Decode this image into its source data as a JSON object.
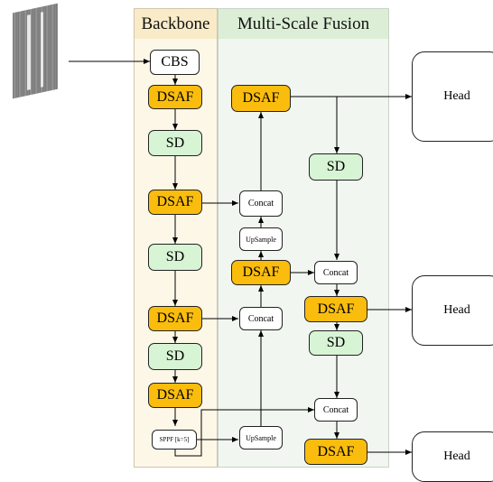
{
  "panels": {
    "backbone": "Backbone",
    "fusion": "Multi-Scale Fusion"
  },
  "nodes": {
    "cbs": "CBS",
    "dsaf": "DSAF",
    "sd": "SD",
    "concat": "Concat",
    "upsample": "UpSample",
    "sppf": "SPPF [k=5]",
    "head": "Head"
  },
  "colors": {
    "dsaf": "#fbbd0d",
    "sd": "#d7f4d4",
    "backbone_bg": "#fdf7e8",
    "fusion_bg": "#f1f7f0"
  }
}
